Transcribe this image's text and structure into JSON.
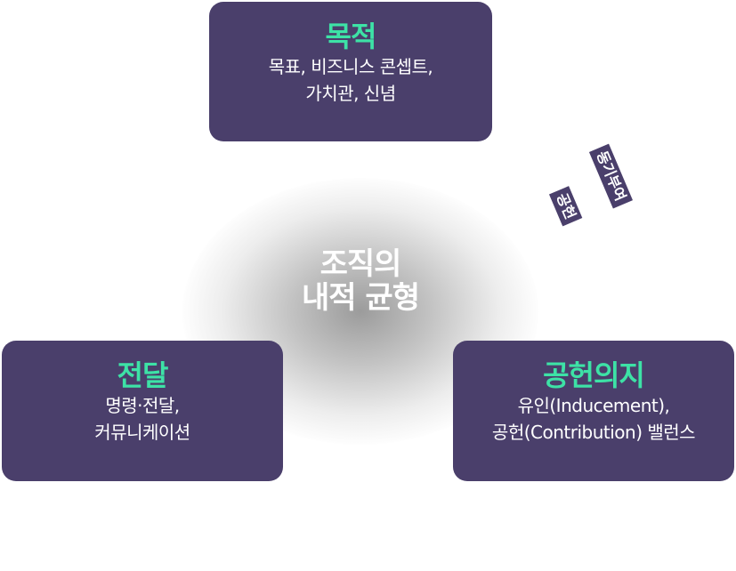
{
  "center": {
    "line1": "조직의",
    "line2": "내적 균형"
  },
  "nodes": {
    "purpose": {
      "title": "목적",
      "line1": "목표, 비즈니스 콘셉트,",
      "line2": "가치관, 신념"
    },
    "communication": {
      "title": "전달",
      "line1": "명령·전달,",
      "line2": "커뮤니케이션"
    },
    "will": {
      "title": "공헌의지",
      "line1": "유인(Inducement),",
      "line2": "공헌(Contribution) 밸런스"
    }
  },
  "links": {
    "motivation": "동기부여",
    "contribution": "공헌"
  },
  "colors": {
    "box": "#4a3f6b",
    "title": "#3de2a6",
    "text": "#ffffff"
  }
}
